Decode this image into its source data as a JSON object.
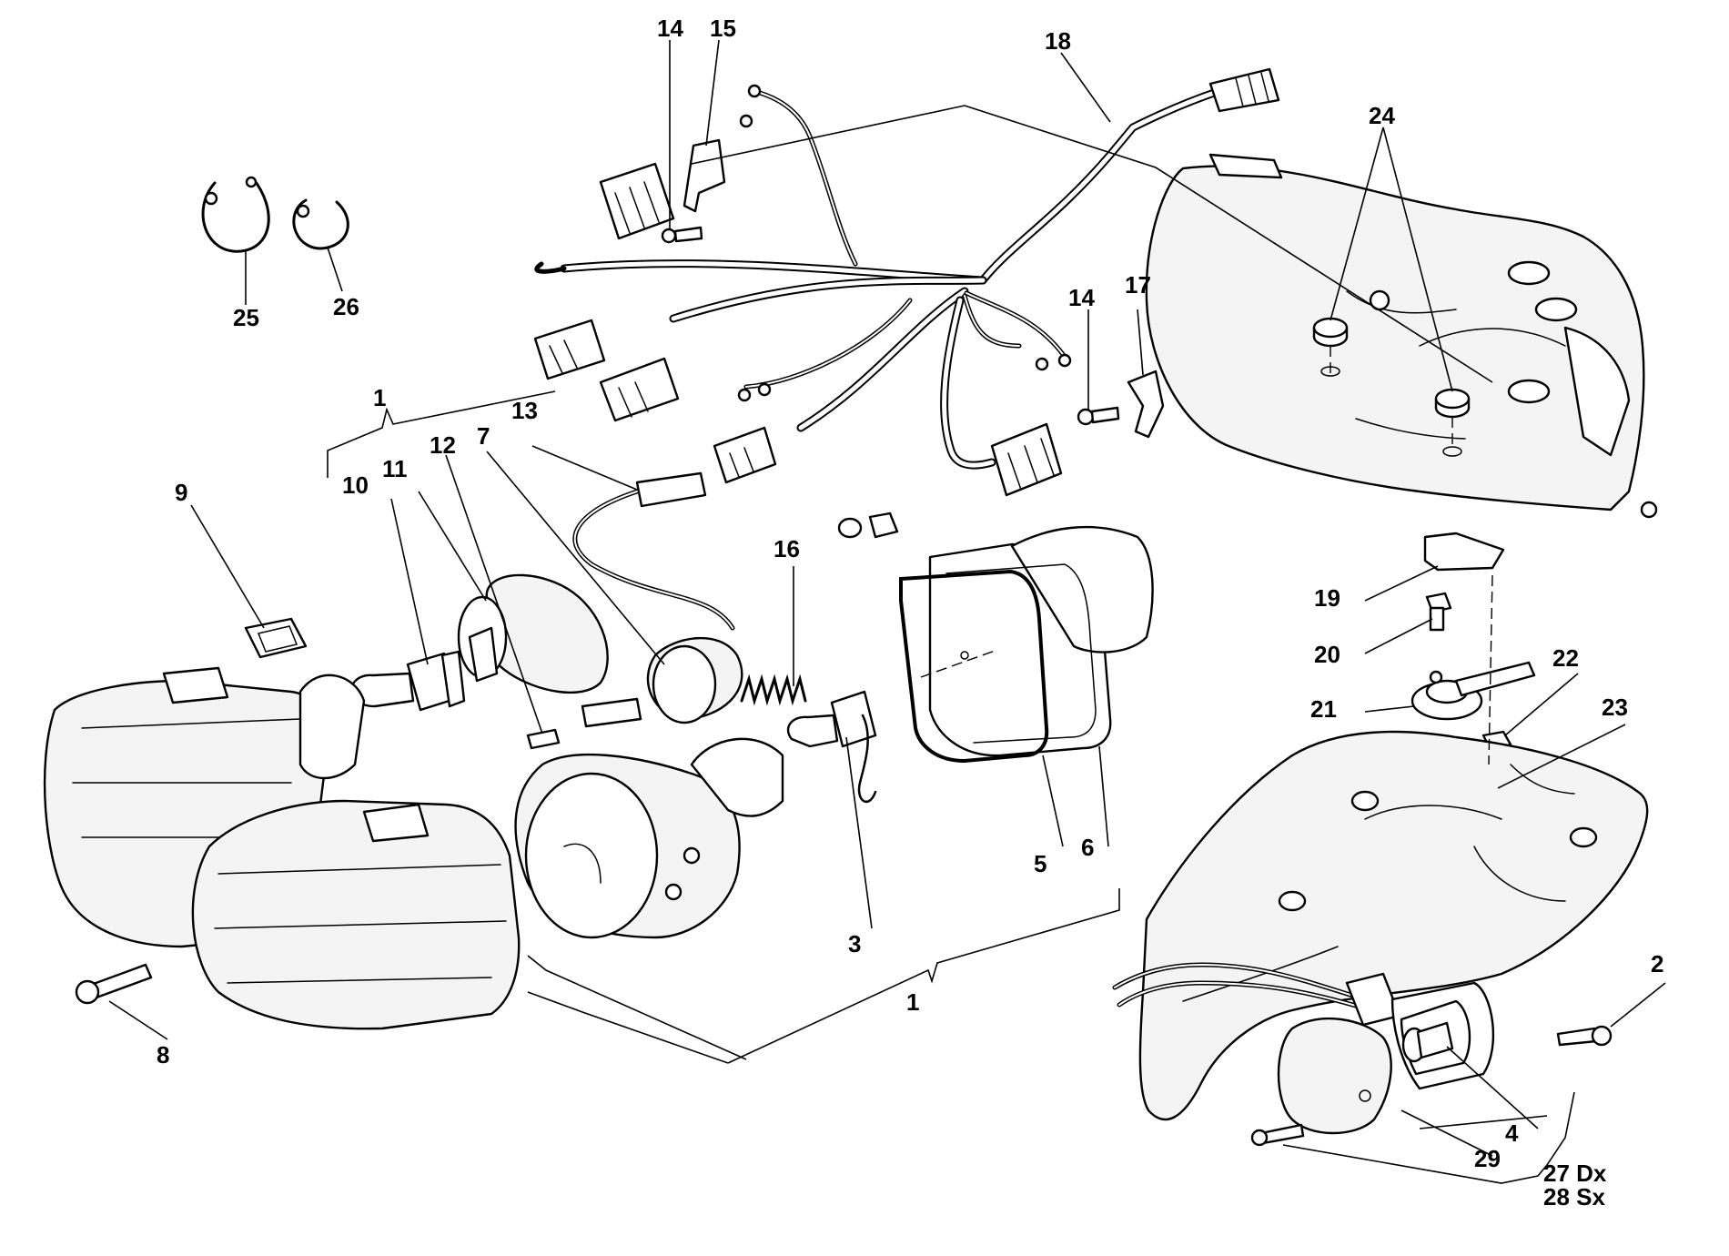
{
  "callouts": {
    "c1a": "1",
    "c1b": "1",
    "c2": "2",
    "c3": "3",
    "c4": "4",
    "c5": "5",
    "c6": "6",
    "c7": "7",
    "c8": "8",
    "c9": "9",
    "c10": "10",
    "c11": "11",
    "c12": "12",
    "c13": "13",
    "c14a": "14",
    "c14b": "14",
    "c15": "15",
    "c16": "16",
    "c17": "17",
    "c18": "18",
    "c19": "19",
    "c20": "20",
    "c21": "21",
    "c22": "22",
    "c23": "23",
    "c24": "24",
    "c25": "25",
    "c26": "26",
    "c27": "27 Dx",
    "c28": "28 Sx",
    "c29": "29"
  }
}
